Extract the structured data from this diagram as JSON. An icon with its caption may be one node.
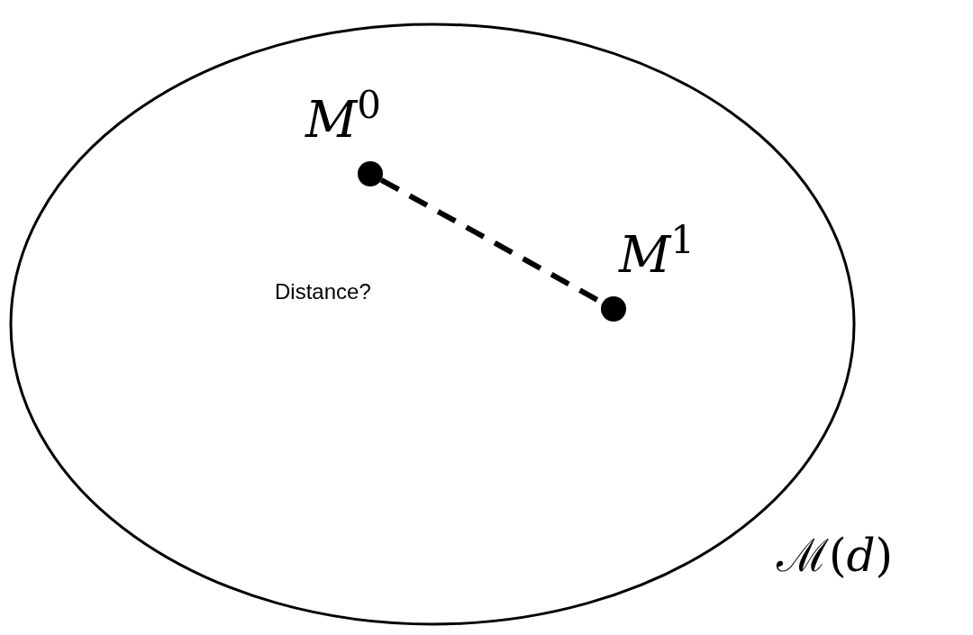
{
  "diagram": {
    "nodes": [
      {
        "text": [],
        "shape": "circle",
        "beside": [
          "ℳ(*d*)"
        ]
      },
      {
        "text": [
          "*M*$^{0}$"
        ],
        "in": 0
      },
      {
        "text": [
          "*M*$^{1}$"
        ],
        "in": 0
      }
    ],
    "edges": [
      {
        "from": 1,
        "to": 2,
        "arrow": "none",
        "style": "dashed",
        "label": "Distance?"
      }
    ]
  }
}
